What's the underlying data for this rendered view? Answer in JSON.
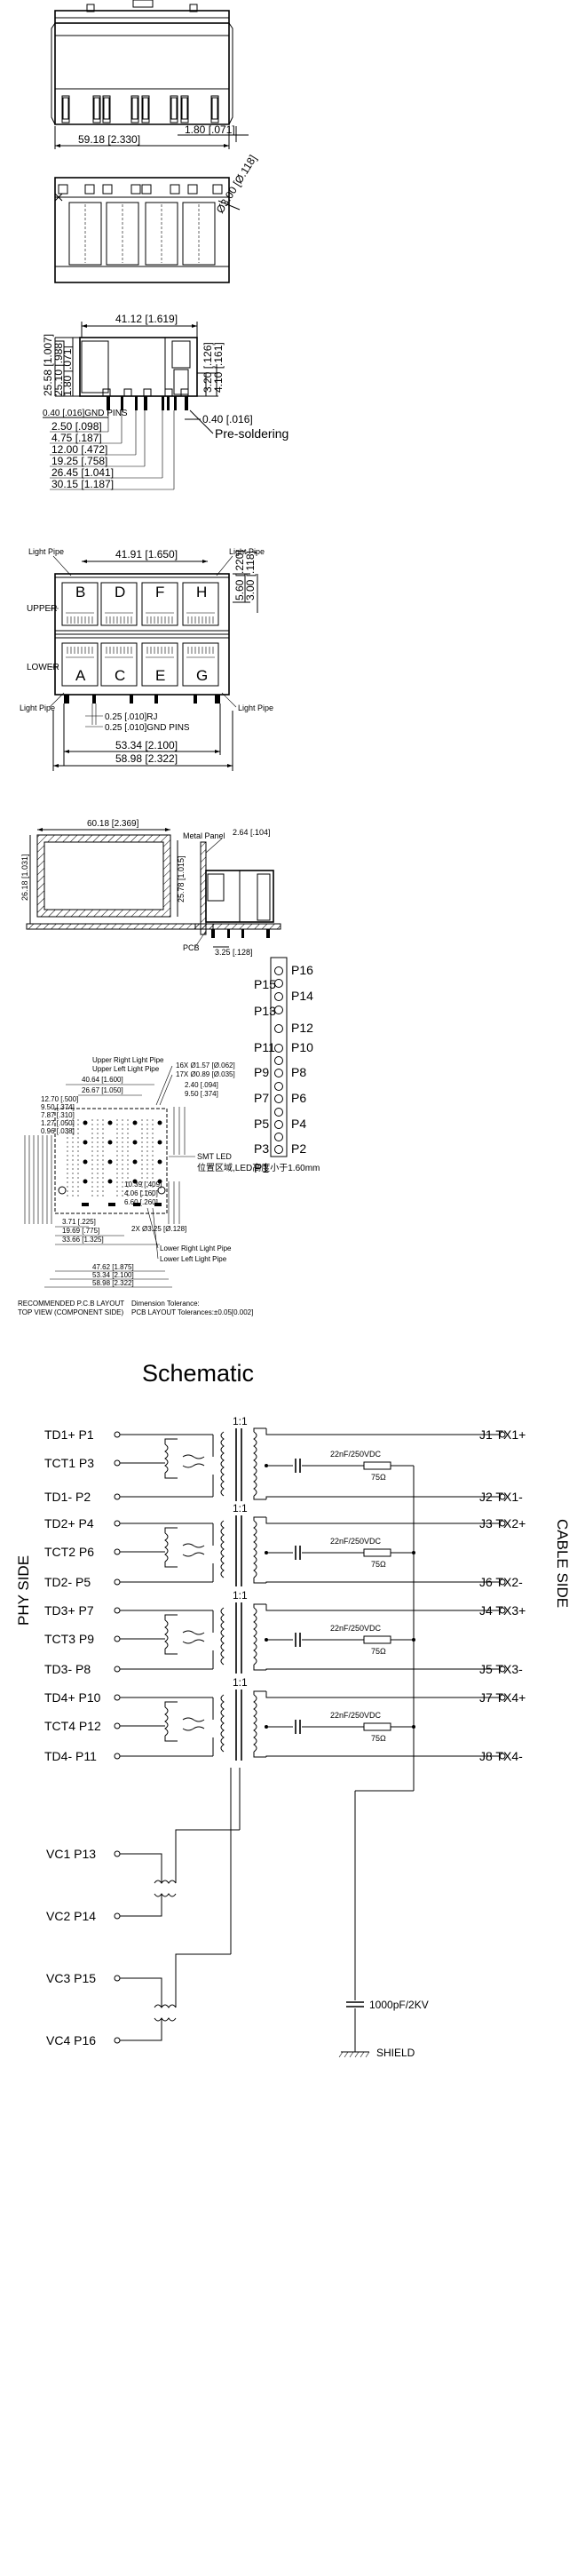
{
  "view1": {
    "width_dim": "59.18 [2.330]",
    "offset_dim": "1.80 [.071]"
  },
  "view2": {
    "hole_dim": "Ø3.00 [Ø.118]"
  },
  "view3": {
    "top_dim": "41.12 [1.619]",
    "heights": [
      "25.58 [1.007]",
      "25.10 [.988]",
      "1.80 [.071]"
    ],
    "right_dims": [
      "3.20 [.126]",
      "4.10 [.161]"
    ],
    "gnd_pins": "0.40 [.016]GND PINS",
    "small_dim": "0.40 [.016]",
    "pre_solder": "Pre-soldering",
    "pitch_dims": [
      "2.50 [.098]",
      "4.75 [.187]",
      "12.00 [.472]",
      "19.25 [.758]",
      "26.45 [1.041]",
      "30.15 [1.187]"
    ]
  },
  "view4": {
    "light_pipe": "Light Pipe",
    "top_dim": "41.91 [1.650]",
    "right_dims": [
      "5.60 [.220]",
      "3.00 [.118]"
    ],
    "upper": "UPPER",
    "lower": "LOWER",
    "upper_ports": [
      "B",
      "D",
      "F",
      "H"
    ],
    "lower_ports": [
      "A",
      "C",
      "E",
      "G"
    ],
    "rj_dim": "0.25 [.010]RJ",
    "gnd_dim": "0.25 [.010]GND PINS",
    "bottom_dims": [
      "53.34 [2.100]",
      "58.98 [2.322]"
    ]
  },
  "view5": {
    "width_dim": "60.18 [2.369]",
    "height_dim": "26.18 [1.031]",
    "inner_dim": "25.78 [1.015]",
    "metal_panel": "Metal Panel",
    "panel_dim": "2.64 [.104]",
    "pcb": "PCB",
    "pcb_dim": "3.25 [.128]"
  },
  "pin_header": {
    "left": [
      "P15",
      "P13",
      "P11",
      "P9",
      "P7",
      "P5",
      "P3",
      "P1"
    ],
    "right": [
      "P16",
      "P14",
      "P12",
      "P10",
      "P8",
      "P6",
      "P4",
      "P2"
    ]
  },
  "pcb_layout": {
    "header_labels": [
      "Upper Right Light Pipe",
      "Upper Left Light Pipe"
    ],
    "top_dims": [
      "40.64 [1.600]",
      "26.67 [1.050]"
    ],
    "left_dims": [
      "12.70 [.500]",
      "9.50 [.374]",
      "7.87 [.310]",
      "1.27 [.050]",
      "0.96 [.038]"
    ],
    "right_top": [
      "16X Ø1.57 [Ø.062]",
      "17X Ø0.89 [Ø.035]",
      "2.40 [.094]",
      "9.50 [.374]"
    ],
    "smt_led": "SMT LED",
    "chinese_note": "位置区域,LED高度小于1.60mm",
    "mid_dims": [
      "10.39 [.409]",
      "4.06 [.160]",
      "6.60 [.260]"
    ],
    "bottom_left": [
      "3.71 [.225]",
      "19.69 [.775]",
      "33.66 [1.325]"
    ],
    "hole_dim": "2X Ø3.25 [Ø.128]",
    "side_labels": [
      "Lower Right Light Pipe",
      "Lower Left Light Pipe"
    ],
    "bottom_dims": [
      "47.62 [1.875]",
      "53.34 [2.100]",
      "58.98 [2.322]"
    ],
    "caption_left": [
      "RECOMMENDED P.C.B LAYOUT",
      "TOP VIEW (COMPONENT SIDE)"
    ],
    "caption_right": [
      "Dimension Tolerance:",
      "PCB LAYOUT Tolerances:±0.05[0.002]"
    ]
  },
  "schematic": {
    "title": "Schematic",
    "phy_side": "PHY SIDE",
    "cable_side": "CABLE SIDE",
    "ratio": "1:1",
    "left_pins": [
      "TD1+ P1",
      "TCT1 P3",
      "TD1- P2",
      "TD2+ P4",
      "TCT2 P6",
      "TD2- P5",
      "TD3+ P7",
      "TCT3 P9",
      "TD3- P8",
      "TD4+ P10",
      "TCT4 P12",
      "TD4- P11"
    ],
    "right_pins": [
      "J1 TX1+",
      "J2 TX1-",
      "J3 TX2+",
      "J6 TX2-",
      "J4 TX3+",
      "J5 TX3-",
      "J7 TX4+",
      "J8 TX4-"
    ],
    "cap_label": "22nF/250VDC",
    "res_label": "75Ω",
    "vc_pins": [
      "VC1 P13",
      "VC2 P14",
      "VC3 P15",
      "VC4 P16"
    ],
    "shield_cap": "1000pF/2KV",
    "shield": "SHIELD"
  }
}
